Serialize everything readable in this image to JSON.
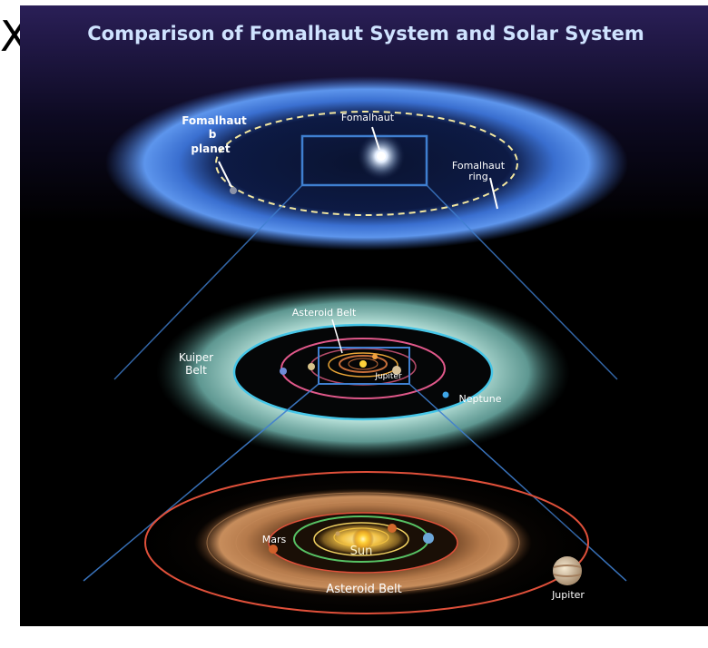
{
  "close_glyph": "X",
  "title": "Comparison of Fomalhaut System and Solar System",
  "fomalhaut": {
    "planet_label": [
      "Fomalhaut",
      "b",
      "planet"
    ],
    "star_label": "Fomalhaut",
    "ring_label": [
      "Fomalhaut",
      "ring"
    ]
  },
  "solar_system": {
    "kuiper_label": [
      "Kuiper",
      "Belt"
    ],
    "asteroid_label": "Asteroid Belt",
    "jupiter_label": "Jupiter",
    "neptune_label": "Neptune"
  },
  "inner_system": {
    "mars_label": "Mars",
    "sun_label": "Sun",
    "asteroid_label": "Asteroid Belt",
    "jupiter_label": "Jupiter"
  },
  "colors": {
    "space_top": "#2a1f57",
    "space_bottom": "#000000",
    "fomalhaut_disk": "#4f86e6",
    "ring_dash": "#f3e7a0",
    "zoom_box": "#3f7fd0",
    "kuiper": "#a8ddd6",
    "orbit_cyan": "#45c6e8",
    "orbit_pink": "#e0588a",
    "asteroid_belt": "#a86a3a",
    "orbit_red": "#e0503a",
    "sun": "#ffd23a"
  }
}
